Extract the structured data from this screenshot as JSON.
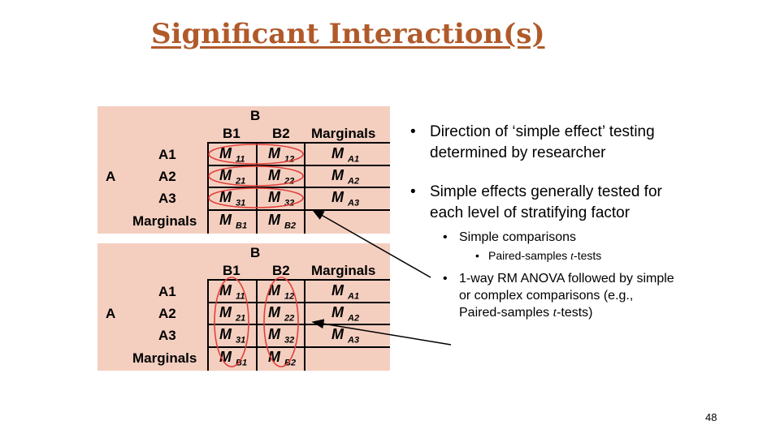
{
  "title": "Significant Interaction(s)",
  "table": {
    "factor_b": "B",
    "factor_a": "A",
    "col_headers": [
      "B1",
      "B2",
      "Marginals"
    ],
    "row_headers": [
      "A1",
      "A2",
      "A3",
      "Marginals"
    ],
    "cells": [
      [
        "11",
        "12",
        "A1"
      ],
      [
        "21",
        "22",
        "A2"
      ],
      [
        "31",
        "32",
        "A3"
      ],
      [
        "B1",
        "B2",
        ""
      ]
    ],
    "mean_symbol": "M"
  },
  "bullets": {
    "b1": "Direction of ‘simple effect’ testing determined by researcher",
    "b2": "Simple effects generally tested for each level of stratifying factor",
    "s1": "Simple comparisons",
    "s1a_pre": "Paired-samples ",
    "s1a_t": "t",
    "s1a_post": "-tests",
    "s2_pre": "1-way RM ANOVA followed by simple or complex comparisons (e.g., Paired-samples ",
    "s2_t": "t",
    "s2_post": "-tests)"
  },
  "page_number": "48",
  "colors": {
    "title": "#b05a2a",
    "panel": "#f4cfc0",
    "ellipse": "#e0403a"
  }
}
